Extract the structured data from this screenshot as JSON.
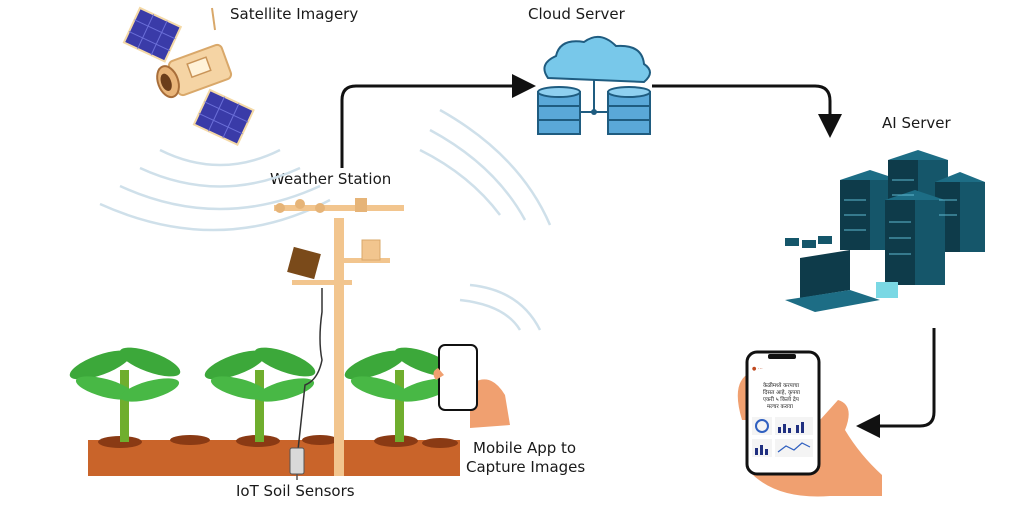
{
  "labels": {
    "satellite": "Satellite Imagery",
    "cloud": "Cloud Server",
    "ai": "AI Server",
    "weather": "Weather Station",
    "mobile_line1": "Mobile App to",
    "mobile_line2": "Capture Images",
    "iot": "IoT Soil Sensors"
  },
  "phone_screen": {
    "line1": "केळीमध्ये करपाचा",
    "line2": "दिसत आहे, कृपया",
    "line3": "एकरी ५ किलो द्रेप",
    "line4": "मल्चर करावा"
  },
  "colors": {
    "soil": "#c9642a",
    "soil_dark": "#8a3a14",
    "pole": "#f2c58e",
    "plant": "#3ca83a",
    "server_dark": "#0e3b4a",
    "server_light": "#1d6d85",
    "cloud": "#78c8ea",
    "database": "#5aa8d8",
    "hand": "#f0a070"
  }
}
